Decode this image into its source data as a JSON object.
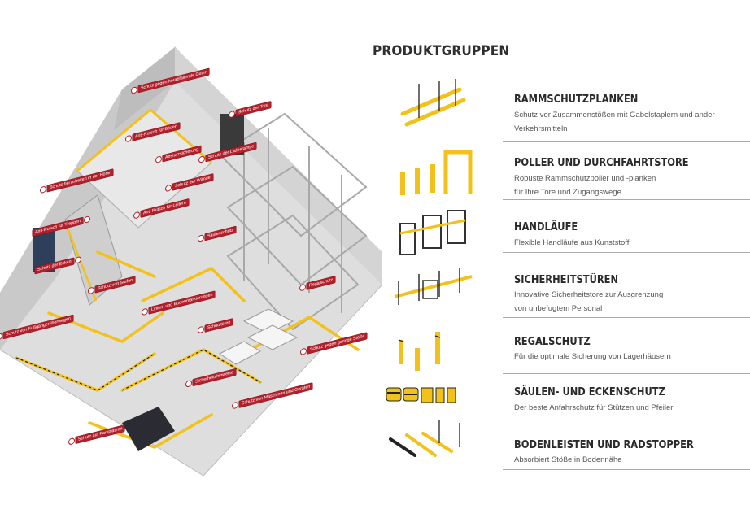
{
  "heading": "PRODUKTGRUPPEN",
  "products": [
    {
      "title": "RAMMSCHUTZPLANKEN",
      "desc1": "Schutz vor Zusammenstößen mit Gabelstaplern und ander",
      "desc2": "Verkehrsmitteln"
    },
    {
      "title": "POLLER UND DURCHFAHRTSTORE",
      "desc1": "Robuste Rammschutzpoller und -planken",
      "desc2": "für Ihre Tore und Zugangswege"
    },
    {
      "title": "HANDLÄUFE",
      "desc1": "Flexible Handläufe aus Kunststoff",
      "desc2": ""
    },
    {
      "title": "SICHERHEITSTÜREN",
      "desc1": "Innovative Sicherheitstore zur Ausgrenzung",
      "desc2": "von unbefugtem Personal"
    },
    {
      "title": "REGALSCHUTZ",
      "desc1": "Für die optimale Sicherung von Lagerhäusern",
      "desc2": ""
    },
    {
      "title": "SÄULEN- UND ECKENSCHUTZ",
      "desc1": "Der beste Anfahrschutz für Stützen und Pfeiler",
      "desc2": ""
    },
    {
      "title": "BODENLEISTEN UND RADSTOPPER",
      "desc1": "Absorbiert Stöße in Bodennähe",
      "desc2": ""
    }
  ],
  "labels": [
    "Schutz gegen herabfallende Güter",
    "Anti-Rutsch für Böden",
    "Absturzsicherung",
    "Schutz der Tore",
    "Schutz der Ladesrampe",
    "Schutz bei Arbeiten in der Höhe",
    "Schutz der Wände",
    "Anti-Rutsch für Leitern",
    "Anti-Rutsch für Treppen",
    "Säulenschutz",
    "Schutz der Ecken",
    "Schutz von Stufen",
    "Regalschutz",
    "Linien- und Bodenmarkierungen",
    "Schutz von Fußgängerüberwegen",
    "Schutztüren",
    "Schutz gegen geringe Stöße",
    "Sicherheitshinweise",
    "Schutz von Maschinen und Geräten",
    "Schutz auf Parkplätzen"
  ],
  "colors": {
    "accent": "#b3202b",
    "barrier": "#f2c21b",
    "floor": "#dcdcdc"
  }
}
